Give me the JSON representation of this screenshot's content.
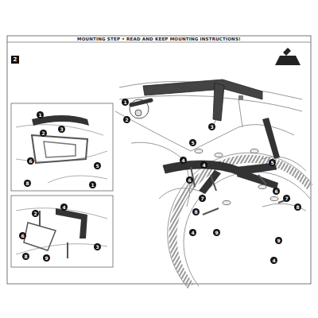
{
  "diagram": {
    "title": "MOUNTING STEP • READ AND KEEP MOUNTING INSTRUCTIONS!",
    "labels": [
      "2",
      "1",
      "2",
      "3",
      "4",
      "5",
      "4",
      "6",
      "7",
      "8",
      "9",
      "4",
      "5",
      "6",
      "7",
      "8",
      "9",
      "4",
      "1",
      "2",
      "3",
      "6",
      "8",
      "5",
      "1",
      "2",
      "4",
      "6",
      "8",
      "9",
      "3"
    ]
  }
}
